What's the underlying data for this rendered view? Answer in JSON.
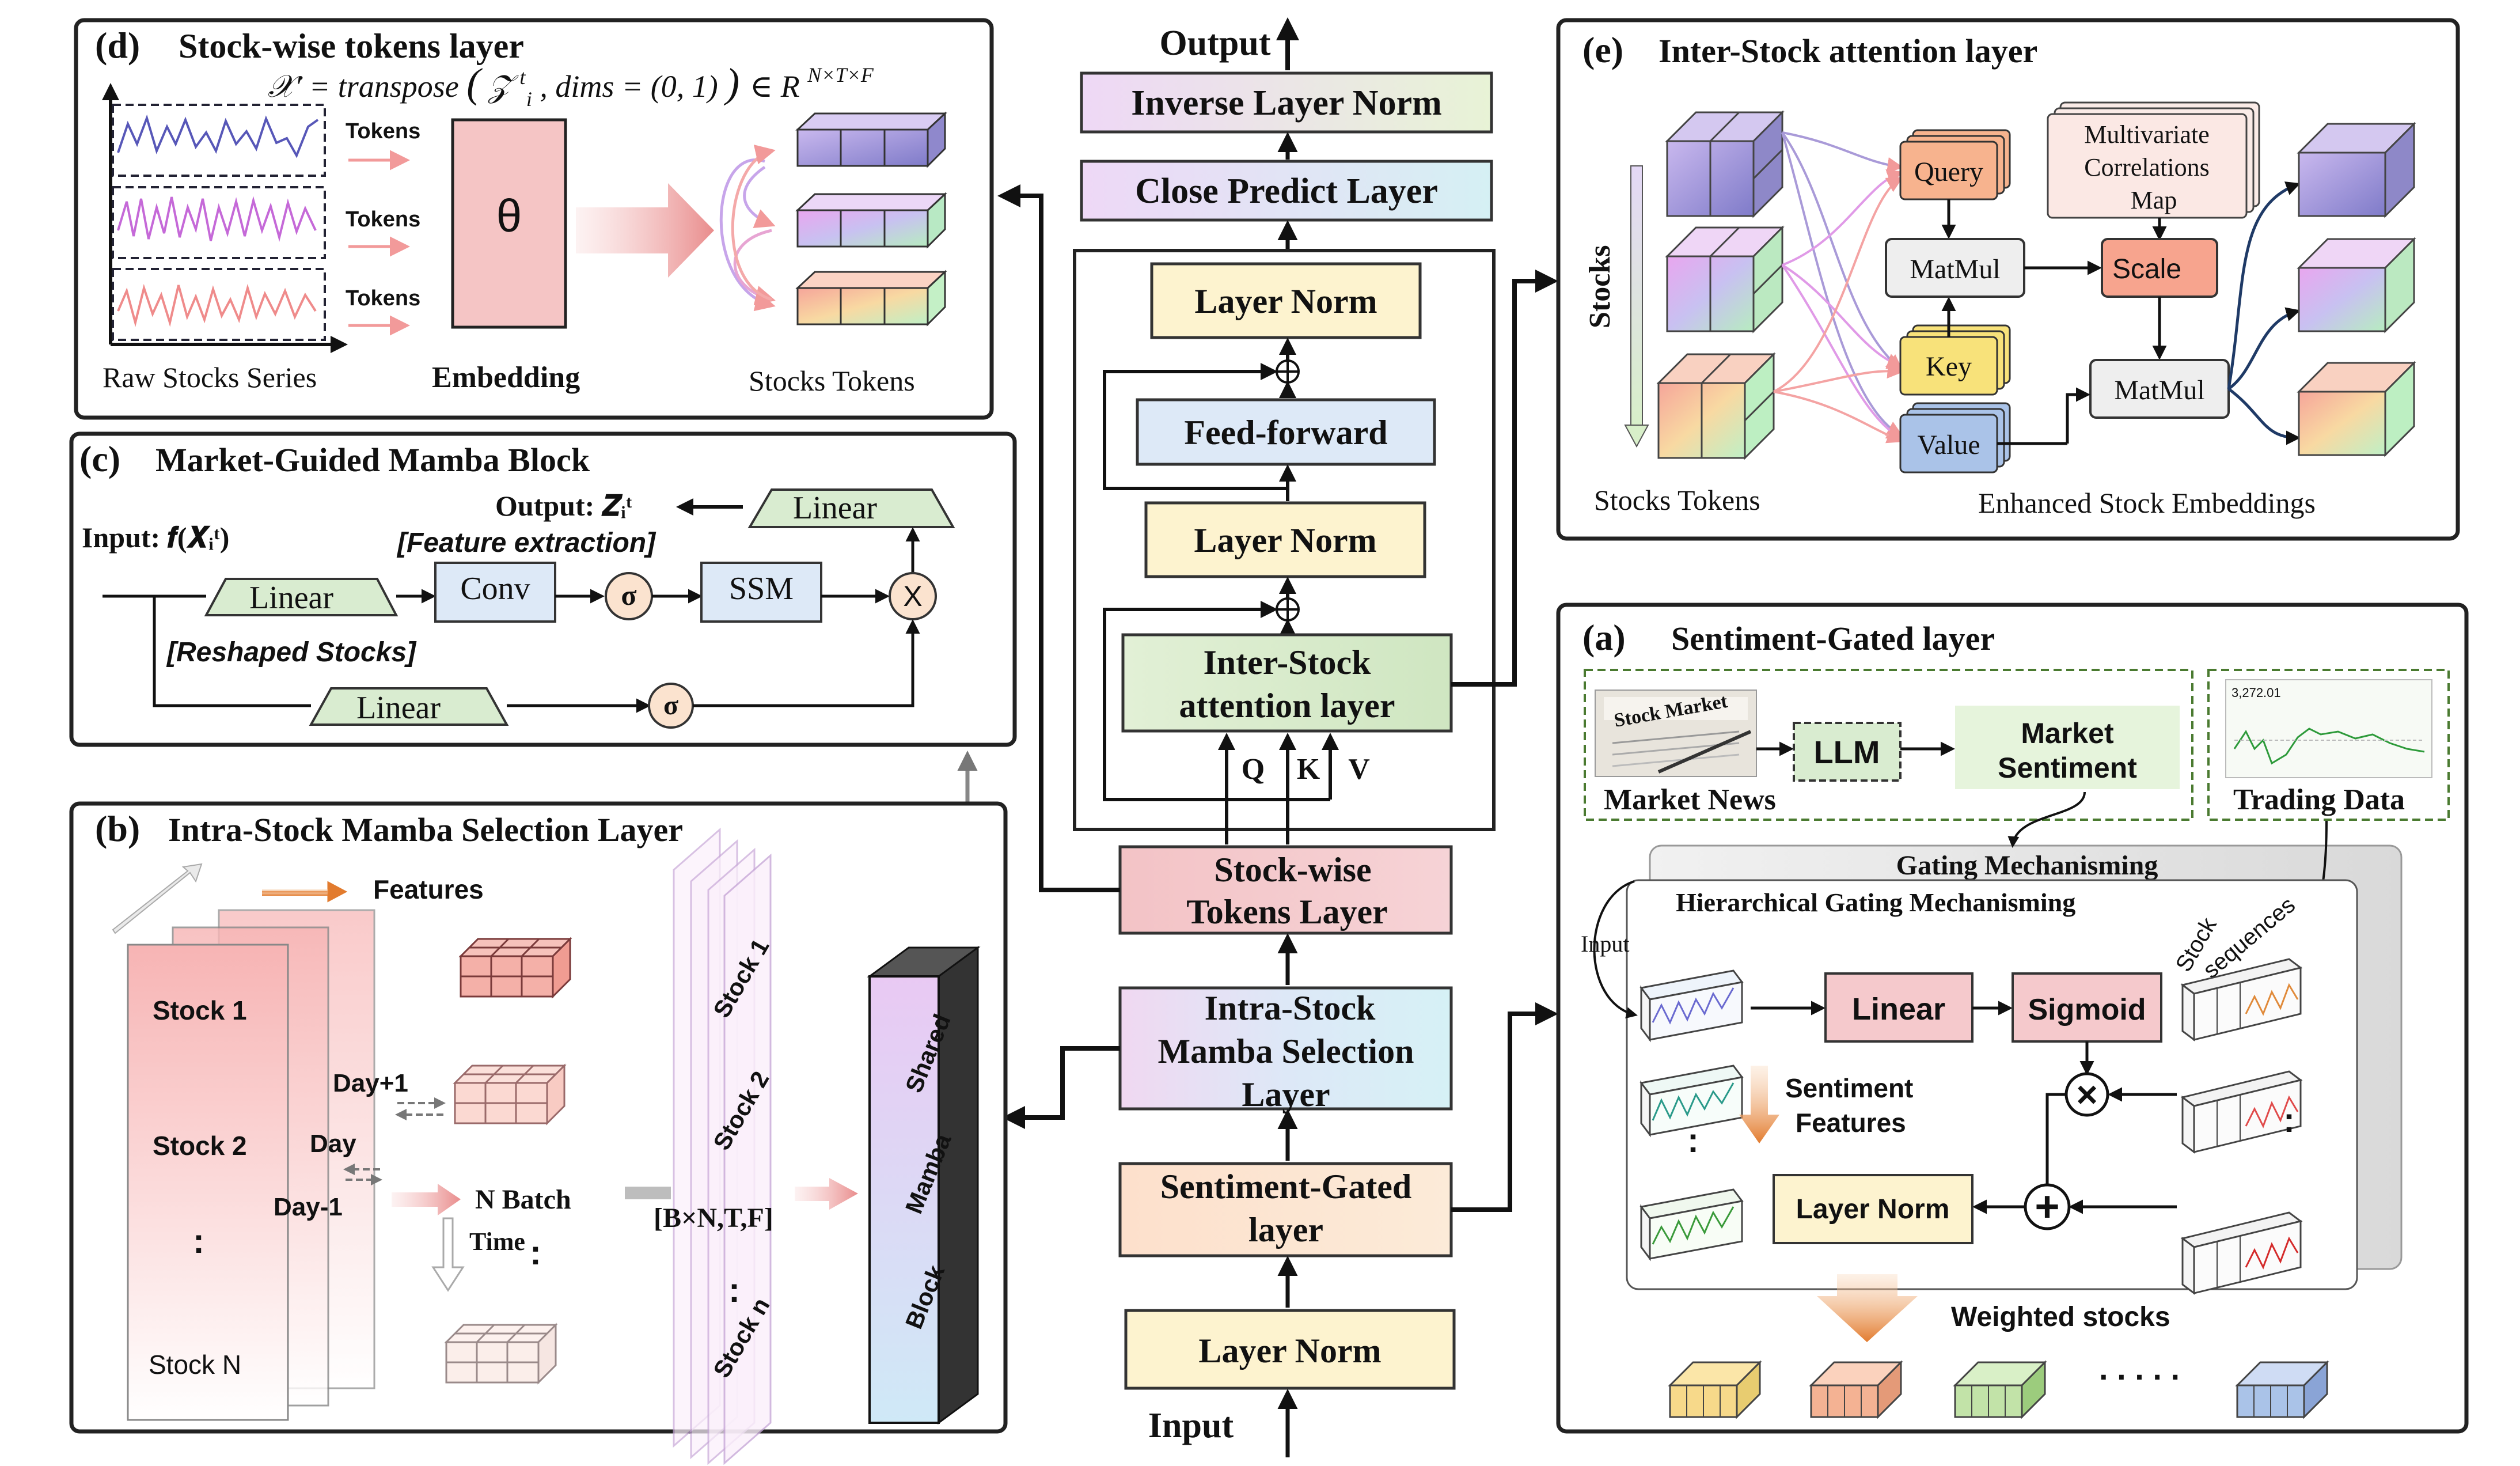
{
  "center": {
    "output": "Output",
    "input": "Input",
    "inverse_norm": "Inverse Layer Norm",
    "close_predict": "Close Predict Layer",
    "layer_norm_top": "Layer Norm",
    "feed_forward": "Feed-forward",
    "layer_norm_mid": "Layer Norm",
    "inter_stock_l1": "Inter-Stock",
    "inter_stock_l2": "attention layer",
    "q": "Q",
    "k": "K",
    "v": "V",
    "stockwise_l1": "Stock-wise",
    "stockwise_l2": "Tokens Layer",
    "intra_l1": "Intra-Stock",
    "intra_l2": "Mamba Selection",
    "intra_l3": "Layer",
    "sentiment_l1": "Sentiment-Gated",
    "sentiment_l2": "layer",
    "layer_norm_bottom": "Layer Norm",
    "plus": "+"
  },
  "panel_d": {
    "tag": "(d)",
    "title": "Stock-wise tokens layer",
    "formula": "𝒳′ = transpose (𝒵ᵢᵗ, dims = (0, 1)) ∈ R^(N×T×F)",
    "formula_lhs": "𝒳′ = transpose",
    "formula_arg": "𝒵",
    "formula_sup": "t",
    "formula_sub": "i",
    "formula_rest": ", dims = (0, 1)",
    "formula_in": "∈ R",
    "formula_exp": "N×T×F",
    "tokens": [
      "Tokens",
      "Tokens",
      "Tokens"
    ],
    "theta": "θ",
    "raw_label": "Raw Stocks Series",
    "embedding_label": "Embedding",
    "tokens_label": "Stocks Tokens"
  },
  "panel_c": {
    "tag": "(c)",
    "title": "Market-Guided Mamba Block",
    "output_label": "Output: 𝒁ᵢᵗ",
    "input_label": "Input: 𝒇(𝑿ᵢᵗ)",
    "linear_top": "Linear",
    "feature_extraction": "[Feature extraction]",
    "linear_left": "Linear",
    "conv": "Conv",
    "sigma1": "σ",
    "ssm": "SSM",
    "times": "X",
    "reshaped": "[Reshaped  Stocks]",
    "linear_bottom": "Linear",
    "sigma2": "σ"
  },
  "panel_b": {
    "tag": "(b)",
    "title": "Intra-Stock Mamba Selection Layer",
    "features": "Features",
    "stock1": "Stock 1",
    "stock2": "Stock 2",
    "vdots": ":",
    "stockN": "Stock N",
    "day_plus": "Day+1",
    "day": "Day",
    "day_minus": "Day-1",
    "n_batch": "N Batch",
    "time": "Time",
    "dots": ":",
    "shape": "[B×N,T,F]",
    "stack_labels": [
      "Stock 1",
      "Stock 2",
      ":",
      "Stock n"
    ],
    "shared_block": [
      "Shared",
      "Mamba",
      "Block"
    ]
  },
  "panel_e": {
    "tag": "(e)",
    "title": "Inter-Stock attention layer",
    "stocks_axis": "Stocks",
    "query": "Query",
    "key": "Key",
    "value": "Value",
    "matmul1": "MatMul",
    "scale": "Scale",
    "matmul2": "MatMul",
    "corr_l1": "Multivariate",
    "corr_l2": "Correlations",
    "corr_l3": "Map",
    "tokens_label": "Stocks Tokens",
    "enhanced_label": "Enhanced Stock Embeddings"
  },
  "panel_a": {
    "tag": "(a)",
    "title": "Sentiment-Gated layer",
    "news_image": "Stock Market",
    "llm": "LLM",
    "sent_l1": "Market",
    "sent_l2": "Sentiment",
    "market_news": "Market News",
    "trading_data": "Trading Data",
    "gating_outer": "Gating Mechanisming",
    "gating_inner": "Hierarchical Gating Mechanisming",
    "input": "Input",
    "linear": "Linear",
    "sigmoid": "Sigmoid",
    "stock_seq_l1": "Stock",
    "stock_seq_l2": "sequences",
    "sent_feat_l1": "Sentiment",
    "sent_feat_l2": "Features",
    "times": "×",
    "plus": "+",
    "layer_norm": "Layer Norm",
    "vdots": ":",
    "weighted": "Weighted stocks",
    "hdots": ". . . . .",
    "trading_value": "3,272.01"
  },
  "colors": {
    "yellow": "#fdf3cf",
    "blue": "#dde9f7",
    "green": "#d9ecd0",
    "pink": "#f5c9cc",
    "peach": "#fbe3cf",
    "orange_text": "#d4711c",
    "gold_text": "#b9900c",
    "query": "#f7b38e",
    "key": "#f8e27a",
    "value": "#aac3e8",
    "scale": "#f7a48e"
  }
}
